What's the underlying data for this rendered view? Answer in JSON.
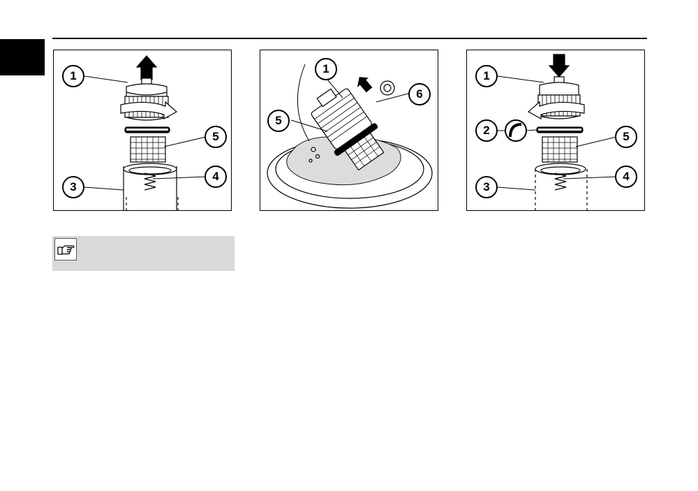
{
  "figures": [
    {
      "callouts": [
        "1",
        "5",
        "3",
        "4"
      ]
    },
    {
      "callouts": [
        "1",
        "6",
        "5"
      ]
    },
    {
      "callouts": [
        "1",
        "2",
        "5",
        "3",
        "4"
      ]
    }
  ],
  "note": {
    "icon": "pointing-hand-icon"
  },
  "colors": {
    "tab": "#000000",
    "note_background": "#d9d9d9",
    "oil_fill": "#dcdcdc"
  }
}
